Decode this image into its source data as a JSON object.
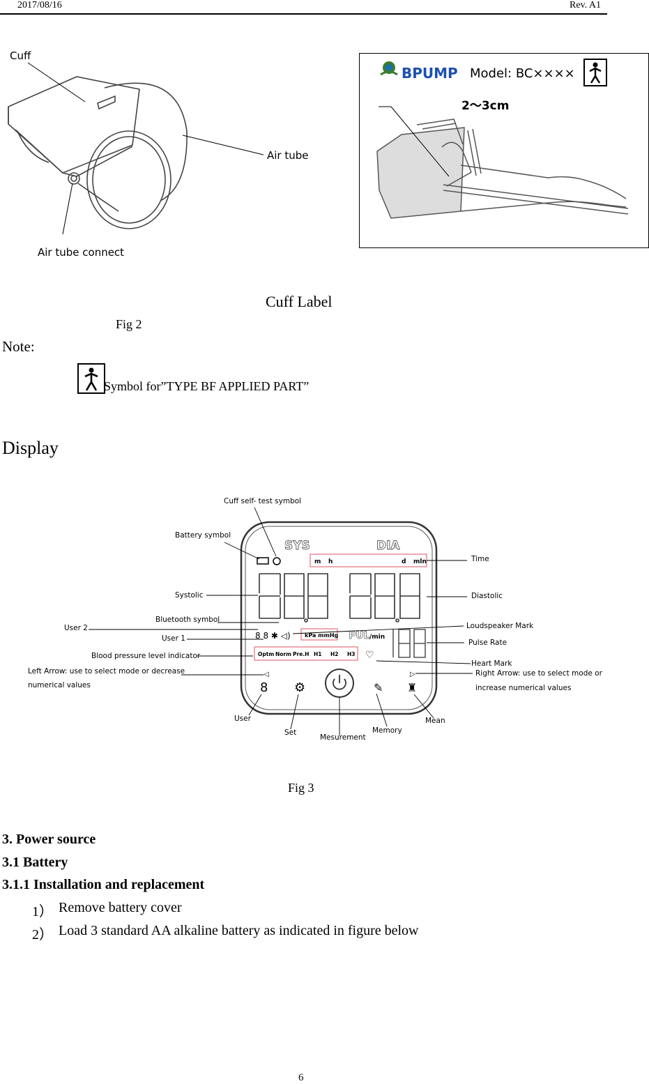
{
  "header": {
    "date": "2017/08/16",
    "revision": "Rev. A1"
  },
  "fig2": {
    "cuff_labels": {
      "cuff": "Cuff",
      "air_tube": "Air tube",
      "air_tube_connect": "Air tube connect"
    },
    "label_panel": {
      "brand": "BPUMP",
      "model": "Model: BC××××",
      "measure": "2～3cm"
    },
    "cuff_label_caption": "Cuff Label",
    "caption": "Fig 2"
  },
  "note": {
    "heading": "Note:",
    "symbol_text": "Symbol for”TYPE BF APPLIED PART”"
  },
  "display_heading": "Display",
  "fig3": {
    "callouts": {
      "cuff_self_test": "Cuff self- test symbol",
      "battery": "Battery symbol",
      "systolic": "Systolic",
      "bluetooth": "Bluetooth symbol",
      "user2": "User 2",
      "user1": "User 1",
      "bp_level": "Blood pressure level indicator",
      "left_arrow_1": "Left Arrow: use to select mode or decrease",
      "left_arrow_2": "numerical values",
      "user": "User",
      "set": "Set",
      "measurement": "Mesurement",
      "memory": "Memory",
      "mean": "Mean",
      "time": "Time",
      "diastolic": "Diastolic",
      "loudspeaker": "Loudspeaker Mark",
      "pulse_rate": "Pulse Rate",
      "heart": "Heart Mark",
      "right_arrow_1": "Right Arrow: use to select mode or",
      "right_arrow_2": "increase numerical values"
    },
    "lcd": {
      "sys": "SYS",
      "dia": "DIA",
      "time_units": [
        "m",
        "h",
        "d",
        "mln"
      ],
      "units": "kPa mmHg",
      "pul": "PUL",
      "per_min": "/min",
      "levels": [
        "Optm",
        "Norm",
        "Pre.H",
        "H1",
        "H2",
        "H3"
      ]
    },
    "caption": "Fig 3"
  },
  "section": {
    "s3": "3. Power source",
    "s31": "3.1 Battery",
    "s311": "3.1.1 Installation and replacement",
    "steps": [
      {
        "num": "1）",
        "text": "Remove battery cover"
      },
      {
        "num": "2）",
        "text": "Load 3 standard AA alkaline battery as indicated in figure below"
      }
    ]
  },
  "page_number": "6"
}
